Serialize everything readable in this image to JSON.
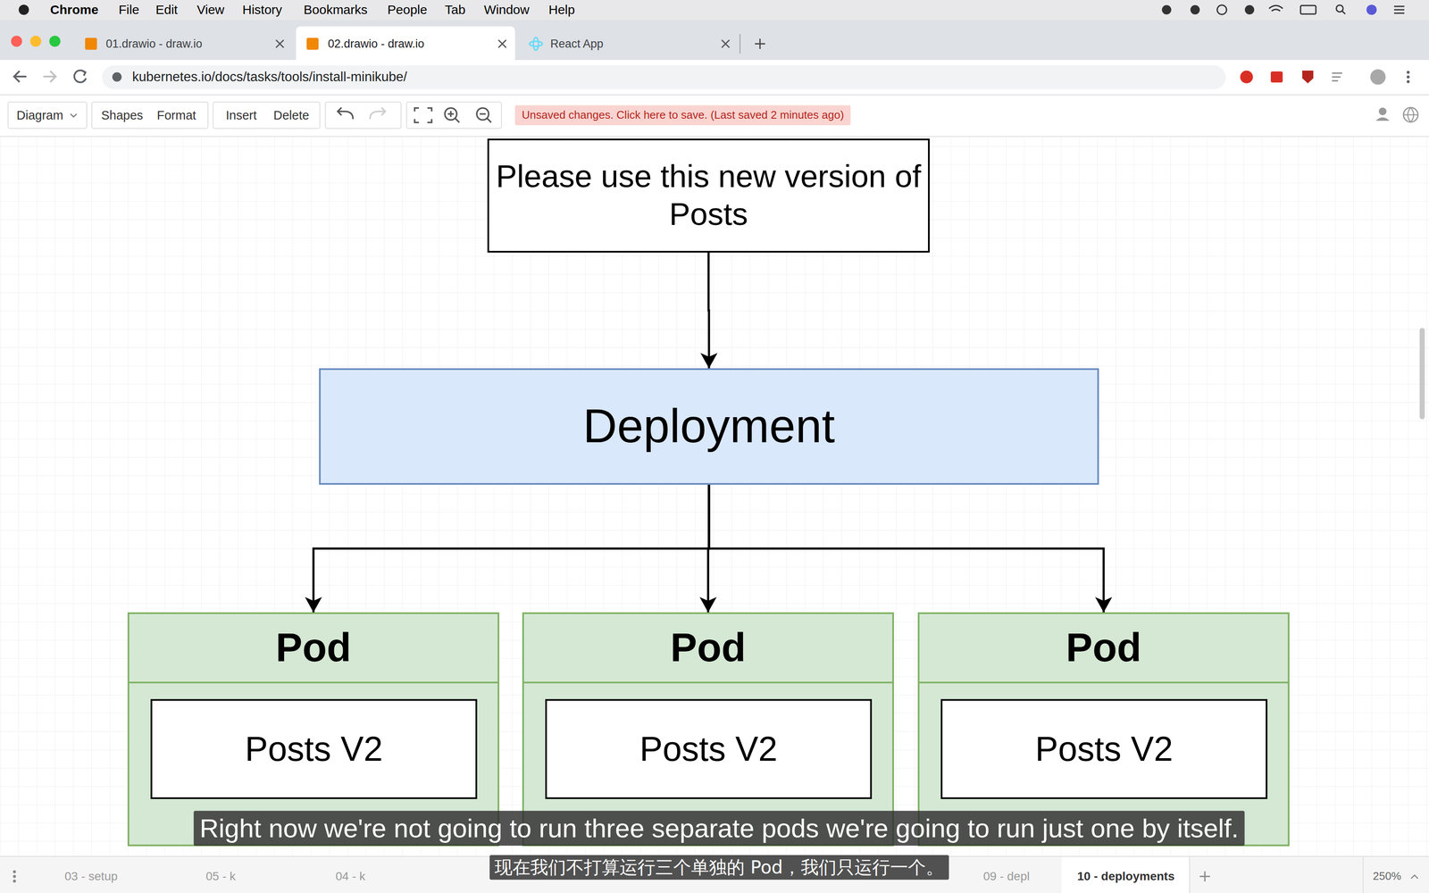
{
  "diagram": {
    "nodes": [
      {
        "text": [
          "Please use this new version of Posts"
        ]
      },
      {
        "text": [
          "Deployment"
        ]
      },
      {
        "text": [
          "Pod"
        ]
      },
      {
        "text": [
          "Posts V2"
        ],
        "in": 2
      },
      {
        "text": [
          "Pod"
        ]
      },
      {
        "text": [
          "Posts V2"
        ],
        "in": 4
      },
      {
        "text": [
          "Pod"
        ]
      },
      {
        "text": [
          "Posts V2"
        ],
        "in": 6
      }
    ],
    "edges": [
      {
        "from": 0,
        "to": 1,
        "arrow": "to"
      },
      {
        "from": 1,
        "to": 2,
        "arrow": "to"
      },
      {
        "from": 1,
        "to": 4,
        "arrow": "to"
      },
      {
        "from": 1,
        "to": 6,
        "arrow": "to"
      }
    ],
    "labels": [
      "Chrome",
      "File",
      "Edit",
      "View",
      "History",
      "Bookmarks",
      "People",
      "Tab",
      "Window",
      "Help",
      "01.drawio - draw.io",
      "02.drawio - draw.io",
      "React App",
      "kubernetes.io/docs/tasks/tools/install-minikube/",
      "Diagram",
      "Shapes",
      "Format",
      "Insert",
      "Delete",
      "Unsaved changes. Click here to save. (Last saved 2 minutes ago)",
      "03 - setup",
      "05 - k",
      "04 - k",
      "09 - depl",
      "10 - deployments",
      "250%",
      "Right now we're not going to run three separate pods we're going to run just one by itself.",
      "现在我们不打算运行三个单独的 Pod，我们只运行一个。"
    ]
  }
}
